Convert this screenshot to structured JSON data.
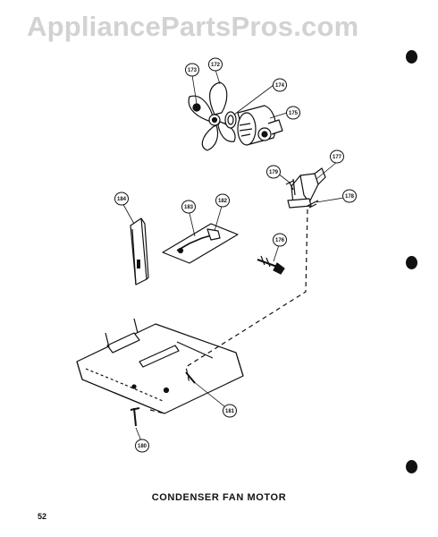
{
  "watermark": "AppliancePartsPros.com",
  "caption": "CONDENSER FAN MOTOR",
  "page_number": "52",
  "callouts": [
    "173",
    "172",
    "174",
    "175",
    "177",
    "179",
    "178",
    "176",
    "184",
    "183",
    "182",
    "181",
    "180"
  ],
  "colors": {
    "ink": "#111111",
    "watermark": "#d2d2d2",
    "paper": "#ffffff"
  }
}
